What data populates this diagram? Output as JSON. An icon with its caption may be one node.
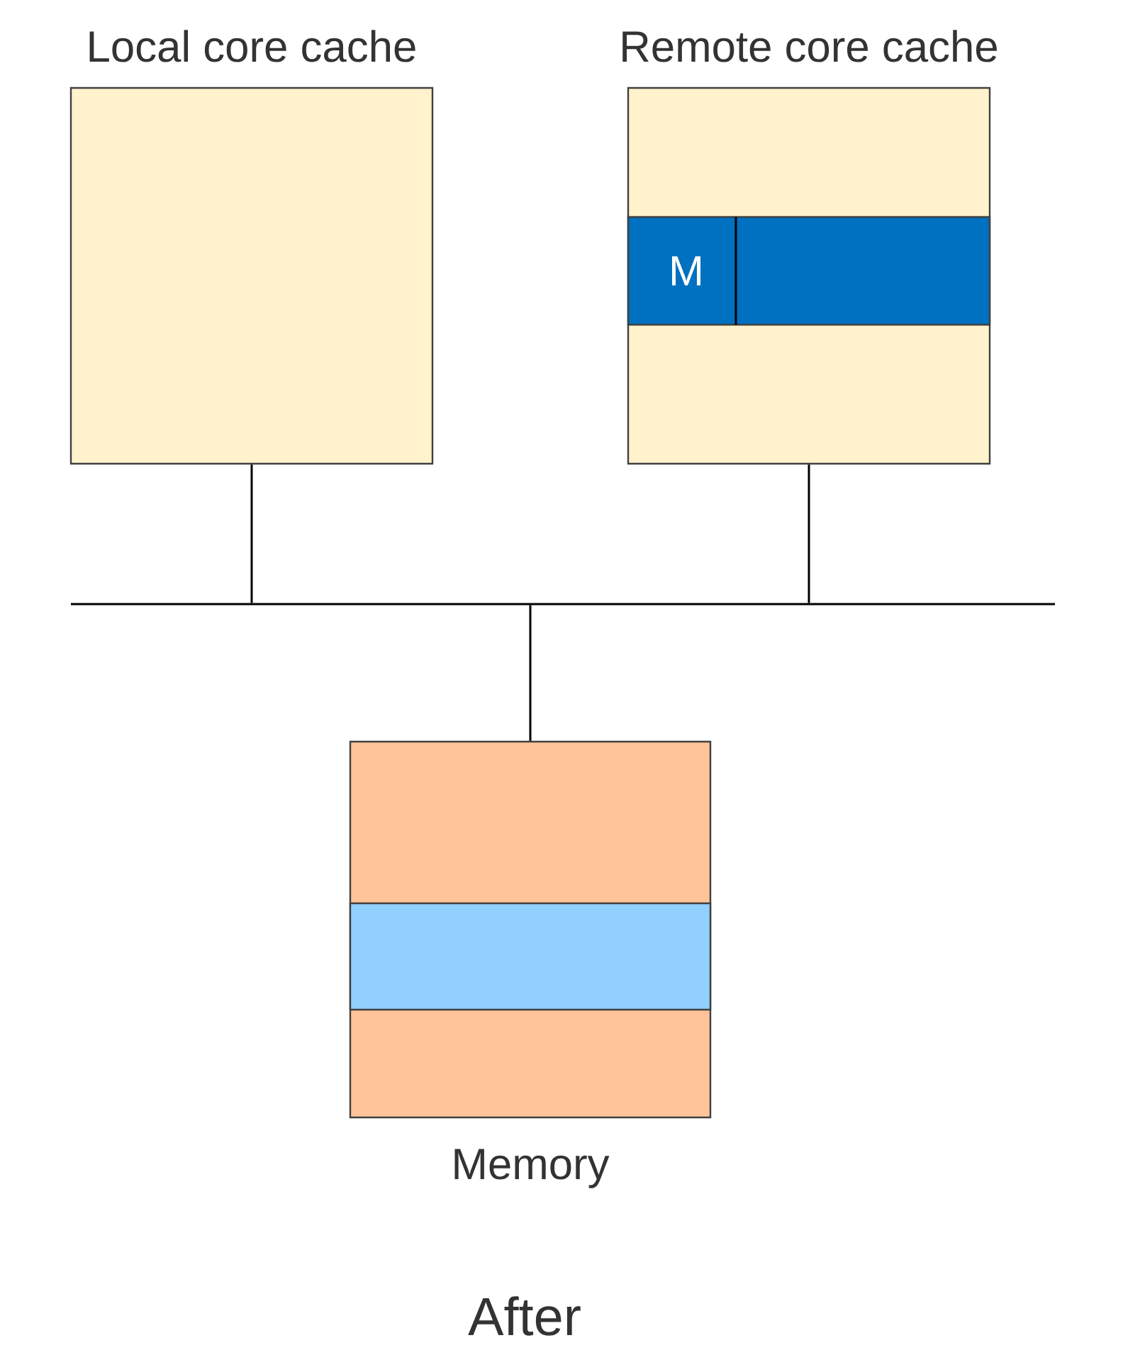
{
  "diagram": {
    "caption": "After",
    "nodes": [
      {
        "text": [
          "Local core cache"
        ]
      },
      {
        "text": [
          "Remote core cache"
        ]
      },
      {
        "text": [
          "M"
        ],
        "in": 1
      },
      {
        "text": [
          "Memory"
        ]
      },
      {
        "text": [],
        "shape": "bar",
        "in": 3
      },
      {
        "text": [],
        "shape": "bar"
      }
    ],
    "edges": [
      {
        "from": 0,
        "to": 5,
        "arrow": "none"
      },
      {
        "from": 1,
        "to": 5,
        "arrow": "none"
      },
      {
        "from": 5,
        "to": 3,
        "arrow": "none"
      }
    ]
  }
}
